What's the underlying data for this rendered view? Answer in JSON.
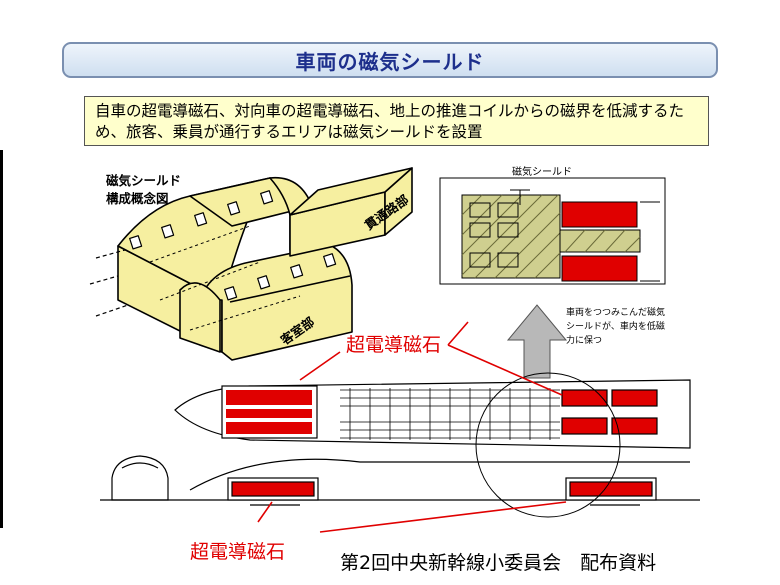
{
  "title": "車両の磁気シールド",
  "summary_line1": "自車の超電導磁石、対向車の超電導磁石、地上の推進コイルからの磁界を低減するた",
  "summary_line2": "め、旅客、乗員が通行するエリアは磁気シールドを設置",
  "concept": {
    "heading_line1": "磁気シールド",
    "heading_line2": "構成概念図",
    "passage_label": "貫通路部",
    "cabin_label": "客室部"
  },
  "detail": {
    "shield_label": "磁気シールド",
    "note_line1": "車両をつつみこんだ磁気",
    "note_line2": "シールドが、車内を低磁",
    "note_line3": "力に保つ"
  },
  "magnet_label_top": "超電導磁石",
  "magnet_label_bottom": "超電導磁石",
  "footer": "第2回中央新幹線小委員会　配布資料",
  "colors": {
    "magnet_red": "#e00000",
    "shield_yellow": "#f6efa0",
    "title_text": "#1d2f8c"
  }
}
